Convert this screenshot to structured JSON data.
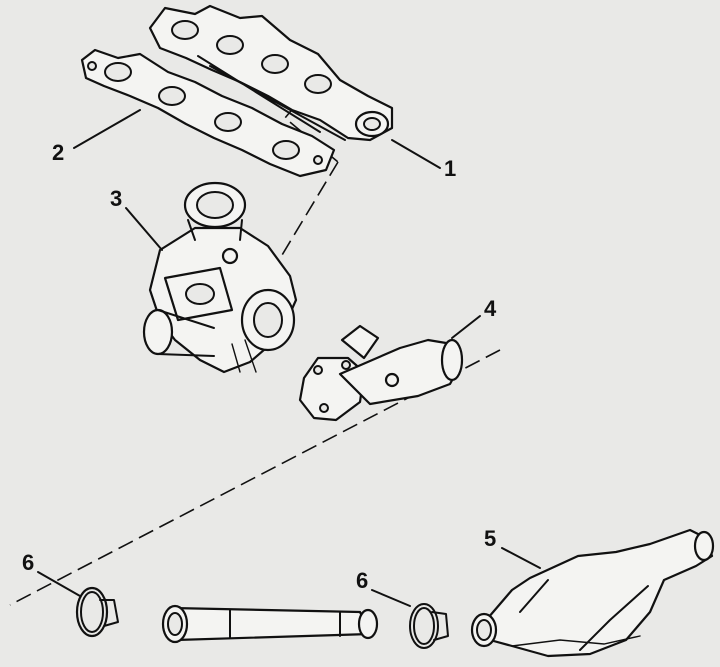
{
  "callouts": [
    {
      "id": "1",
      "label": "1"
    },
    {
      "id": "2",
      "label": "2"
    },
    {
      "id": "3",
      "label": "3"
    },
    {
      "id": "4",
      "label": "4"
    },
    {
      "id": "5",
      "label": "5"
    },
    {
      "id": "6a",
      "label": "6"
    },
    {
      "id": "6b",
      "label": "6"
    }
  ],
  "colors": {
    "paper": "#e9e9e7",
    "ink": "#111111"
  }
}
